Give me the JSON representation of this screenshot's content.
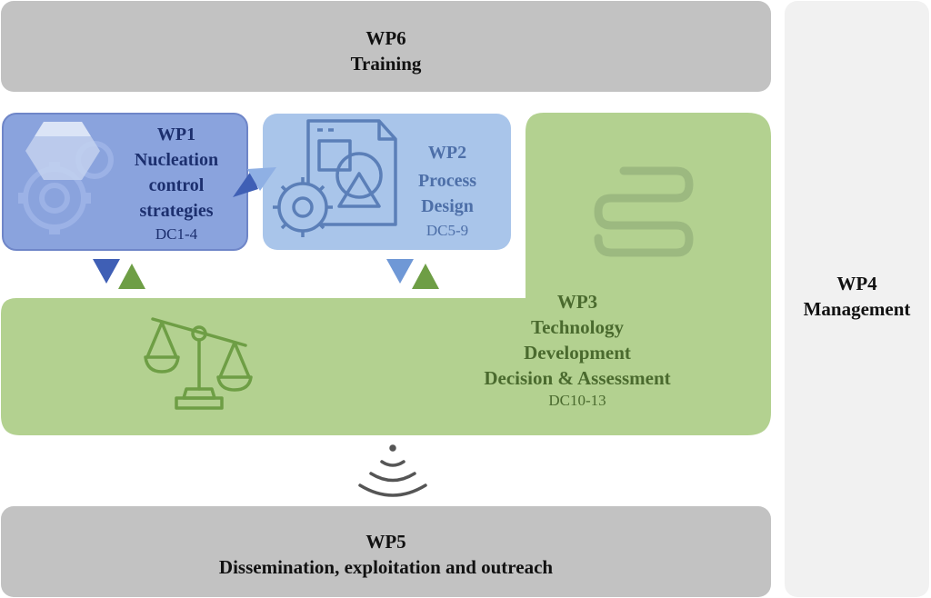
{
  "wp6": {
    "code": "WP6",
    "name": "Training"
  },
  "wp1": {
    "code": "WP1",
    "name_lines": [
      "Nucleation",
      "control",
      "strategies"
    ],
    "dc": "DC1-4"
  },
  "wp2": {
    "code": "WP2",
    "name_lines": [
      "Process",
      "Design"
    ],
    "dc": "DC5-9"
  },
  "wp3": {
    "code": "WP3",
    "name_lines": [
      "Technology",
      "Development",
      "Decision & Assessment"
    ],
    "dc": "DC10-13"
  },
  "wp4": {
    "code": "WP4",
    "name": "Management"
  },
  "wp5": {
    "code": "WP5",
    "name": "Dissemination, exploitation and outreach"
  },
  "colors": {
    "grey_box": "#c2c2c2",
    "light_grey_box": "#f1f1f1",
    "wp1_blue": "#8aa3dd",
    "wp2_blue": "#a9c5ea",
    "wp3_green": "#b3d190",
    "arrow_blue": "#3f5fb5",
    "arrow_green": "#6e9e45"
  },
  "icons": [
    "gears-hexagon-icon",
    "document-gear-icon",
    "serpentine-coil-icon",
    "balance-scale-icon",
    "broadcast-signal-icon"
  ]
}
